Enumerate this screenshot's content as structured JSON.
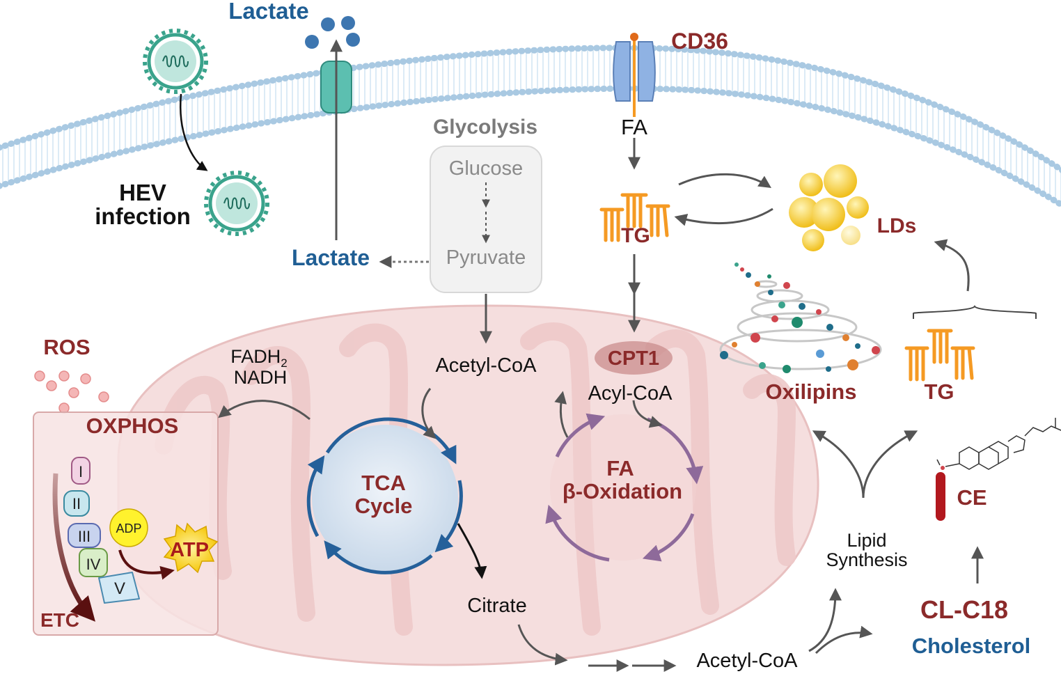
{
  "labels": {
    "lactate_top": "Lactate",
    "cd36": "CD36",
    "hev_line1": "HEV",
    "hev_line2": "infection",
    "glycolysis": "Glycolysis",
    "glucose": "Glucose",
    "pyruvate": "Pyruvate",
    "lactate_mid": "Lactate",
    "fa": "FA",
    "tg_top": "TG",
    "lds": "LDs",
    "oxilipins": "Oxilipins",
    "tg_right": "TG",
    "ros": "ROS",
    "fadh2": "FADH",
    "fadh2_sub": "2",
    "nadh": "NADH",
    "acetyl_coa_top": "Acetyl-CoA",
    "cpt1": "CPT1",
    "acyl_coa": "Acyl-CoA",
    "oxphos": "OXPHOS",
    "complex_1": "I",
    "complex_2": "II",
    "complex_3": "III",
    "complex_4": "IV",
    "complex_5": "V",
    "adp": "ADP",
    "atp": "ATP",
    "etc": "ETC",
    "tca_line1": "TCA",
    "tca_line2": "Cycle",
    "fa_ox_line1": "FA",
    "fa_ox_line2": "β-Oxidation",
    "citrate": "Citrate",
    "acetyl_coa_bottom": "Acetyl-CoA",
    "lipid_line1": "Lipid",
    "lipid_line2": "Synthesis",
    "ce": "CE",
    "cl_c18": "CL-C18",
    "cholesterol": "Cholesterol"
  },
  "colors": {
    "dark_red": "#8b2a2a",
    "blue_label": "#1f5e94",
    "membrane": "#aecfe6",
    "mito_fill": "#f4dcdc",
    "mito_stroke": "#e6b8b8",
    "tca_arrow": "#25609a",
    "fa_ox_arrow": "#8e6a9a",
    "tg_orange": "#f59a23",
    "ld_yellow": "#f2c21b",
    "virus_teal": "#3aa38c",
    "transporter_teal": "#5cbfb0",
    "cd36_blue": "#8fb2e3",
    "arrow_gray": "#555555"
  }
}
